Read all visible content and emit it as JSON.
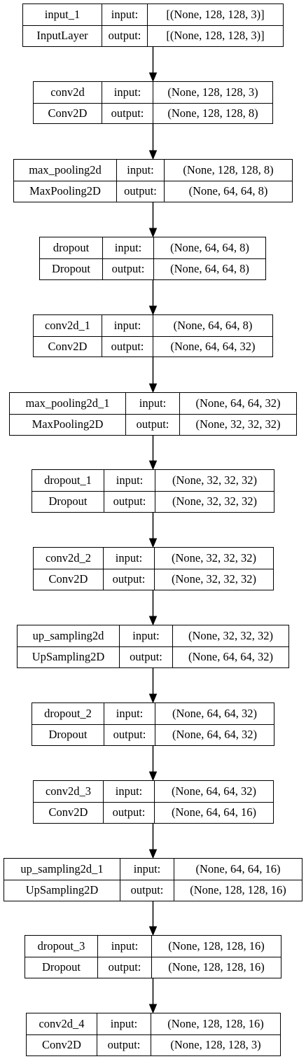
{
  "diagram": {
    "labels": {
      "input": "input:",
      "output": "output:"
    },
    "nodes": [
      {
        "name": "input_1",
        "type": "InputLayer",
        "input_shape": "[(None, 128, 128, 3)]",
        "output_shape": "[(None, 128, 128, 3)]"
      },
      {
        "name": "conv2d",
        "type": "Conv2D",
        "input_shape": "(None, 128, 128, 3)",
        "output_shape": "(None, 128, 128, 8)"
      },
      {
        "name": "max_pooling2d",
        "type": "MaxPooling2D",
        "input_shape": "(None, 128, 128, 8)",
        "output_shape": "(None, 64, 64, 8)"
      },
      {
        "name": "dropout",
        "type": "Dropout",
        "input_shape": "(None, 64, 64, 8)",
        "output_shape": "(None, 64, 64, 8)"
      },
      {
        "name": "conv2d_1",
        "type": "Conv2D",
        "input_shape": "(None, 64, 64, 8)",
        "output_shape": "(None, 64, 64, 32)"
      },
      {
        "name": "max_pooling2d_1",
        "type": "MaxPooling2D",
        "input_shape": "(None, 64, 64, 32)",
        "output_shape": "(None, 32, 32, 32)"
      },
      {
        "name": "dropout_1",
        "type": "Dropout",
        "input_shape": "(None, 32, 32, 32)",
        "output_shape": "(None, 32, 32, 32)"
      },
      {
        "name": "conv2d_2",
        "type": "Conv2D",
        "input_shape": "(None, 32, 32, 32)",
        "output_shape": "(None, 32, 32, 32)"
      },
      {
        "name": "up_sampling2d",
        "type": "UpSampling2D",
        "input_shape": "(None, 32, 32, 32)",
        "output_shape": "(None, 64, 64, 32)"
      },
      {
        "name": "dropout_2",
        "type": "Dropout",
        "input_shape": "(None, 64, 64, 32)",
        "output_shape": "(None, 64, 64, 32)"
      },
      {
        "name": "conv2d_3",
        "type": "Conv2D",
        "input_shape": "(None, 64, 64, 32)",
        "output_shape": "(None, 64, 64, 16)"
      },
      {
        "name": "up_sampling2d_1",
        "type": "UpSampling2D",
        "input_shape": "(None, 64, 64, 16)",
        "output_shape": "(None, 128, 128, 16)"
      },
      {
        "name": "dropout_3",
        "type": "Dropout",
        "input_shape": "(None, 128, 128, 16)",
        "output_shape": "(None, 128, 128, 16)"
      },
      {
        "name": "conv2d_4",
        "type": "Conv2D",
        "input_shape": "(None, 128, 128, 16)",
        "output_shape": "(None, 128, 128, 3)"
      }
    ],
    "edges": [
      [
        "input_1",
        "conv2d"
      ],
      [
        "conv2d",
        "max_pooling2d"
      ],
      [
        "max_pooling2d",
        "dropout"
      ],
      [
        "dropout",
        "conv2d_1"
      ],
      [
        "conv2d_1",
        "max_pooling2d_1"
      ],
      [
        "max_pooling2d_1",
        "dropout_1"
      ],
      [
        "dropout_1",
        "conv2d_2"
      ],
      [
        "conv2d_2",
        "up_sampling2d"
      ],
      [
        "up_sampling2d",
        "dropout_2"
      ],
      [
        "dropout_2",
        "conv2d_3"
      ],
      [
        "conv2d_3",
        "up_sampling2d_1"
      ],
      [
        "up_sampling2d_1",
        "dropout_3"
      ],
      [
        "dropout_3",
        "conv2d_4"
      ]
    ]
  }
}
